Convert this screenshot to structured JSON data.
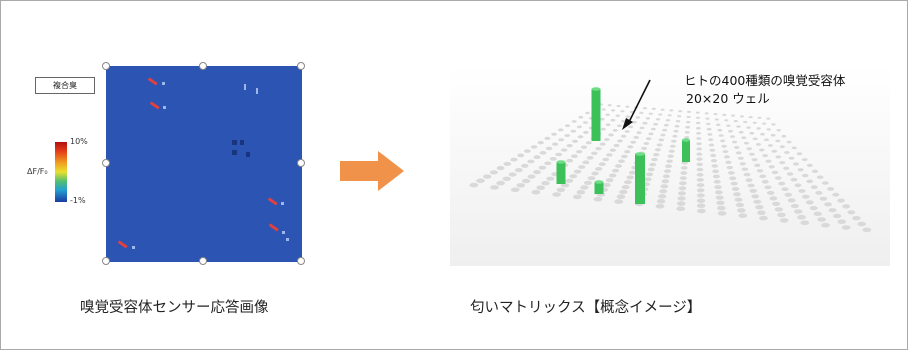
{
  "left_panel": {
    "label_box": "複合臭",
    "colorbar": {
      "top_label": "10%",
      "bottom_label": "-1%",
      "axis_label": "ΔF/F₀"
    },
    "caption": "嗅覚受容体センサー応答画像"
  },
  "right_panel": {
    "annotation_line1": "ヒトの400種類の嗅覚受容体",
    "annotation_line2": "20×20 ウェル",
    "caption": "匂いマトリックス【概念イメージ】"
  },
  "colors": {
    "slide_blue": "#2b54b3",
    "arrow_orange": "#f0924a",
    "bar_green": "#3cc15a",
    "well_gray": "#d9d9d9"
  }
}
